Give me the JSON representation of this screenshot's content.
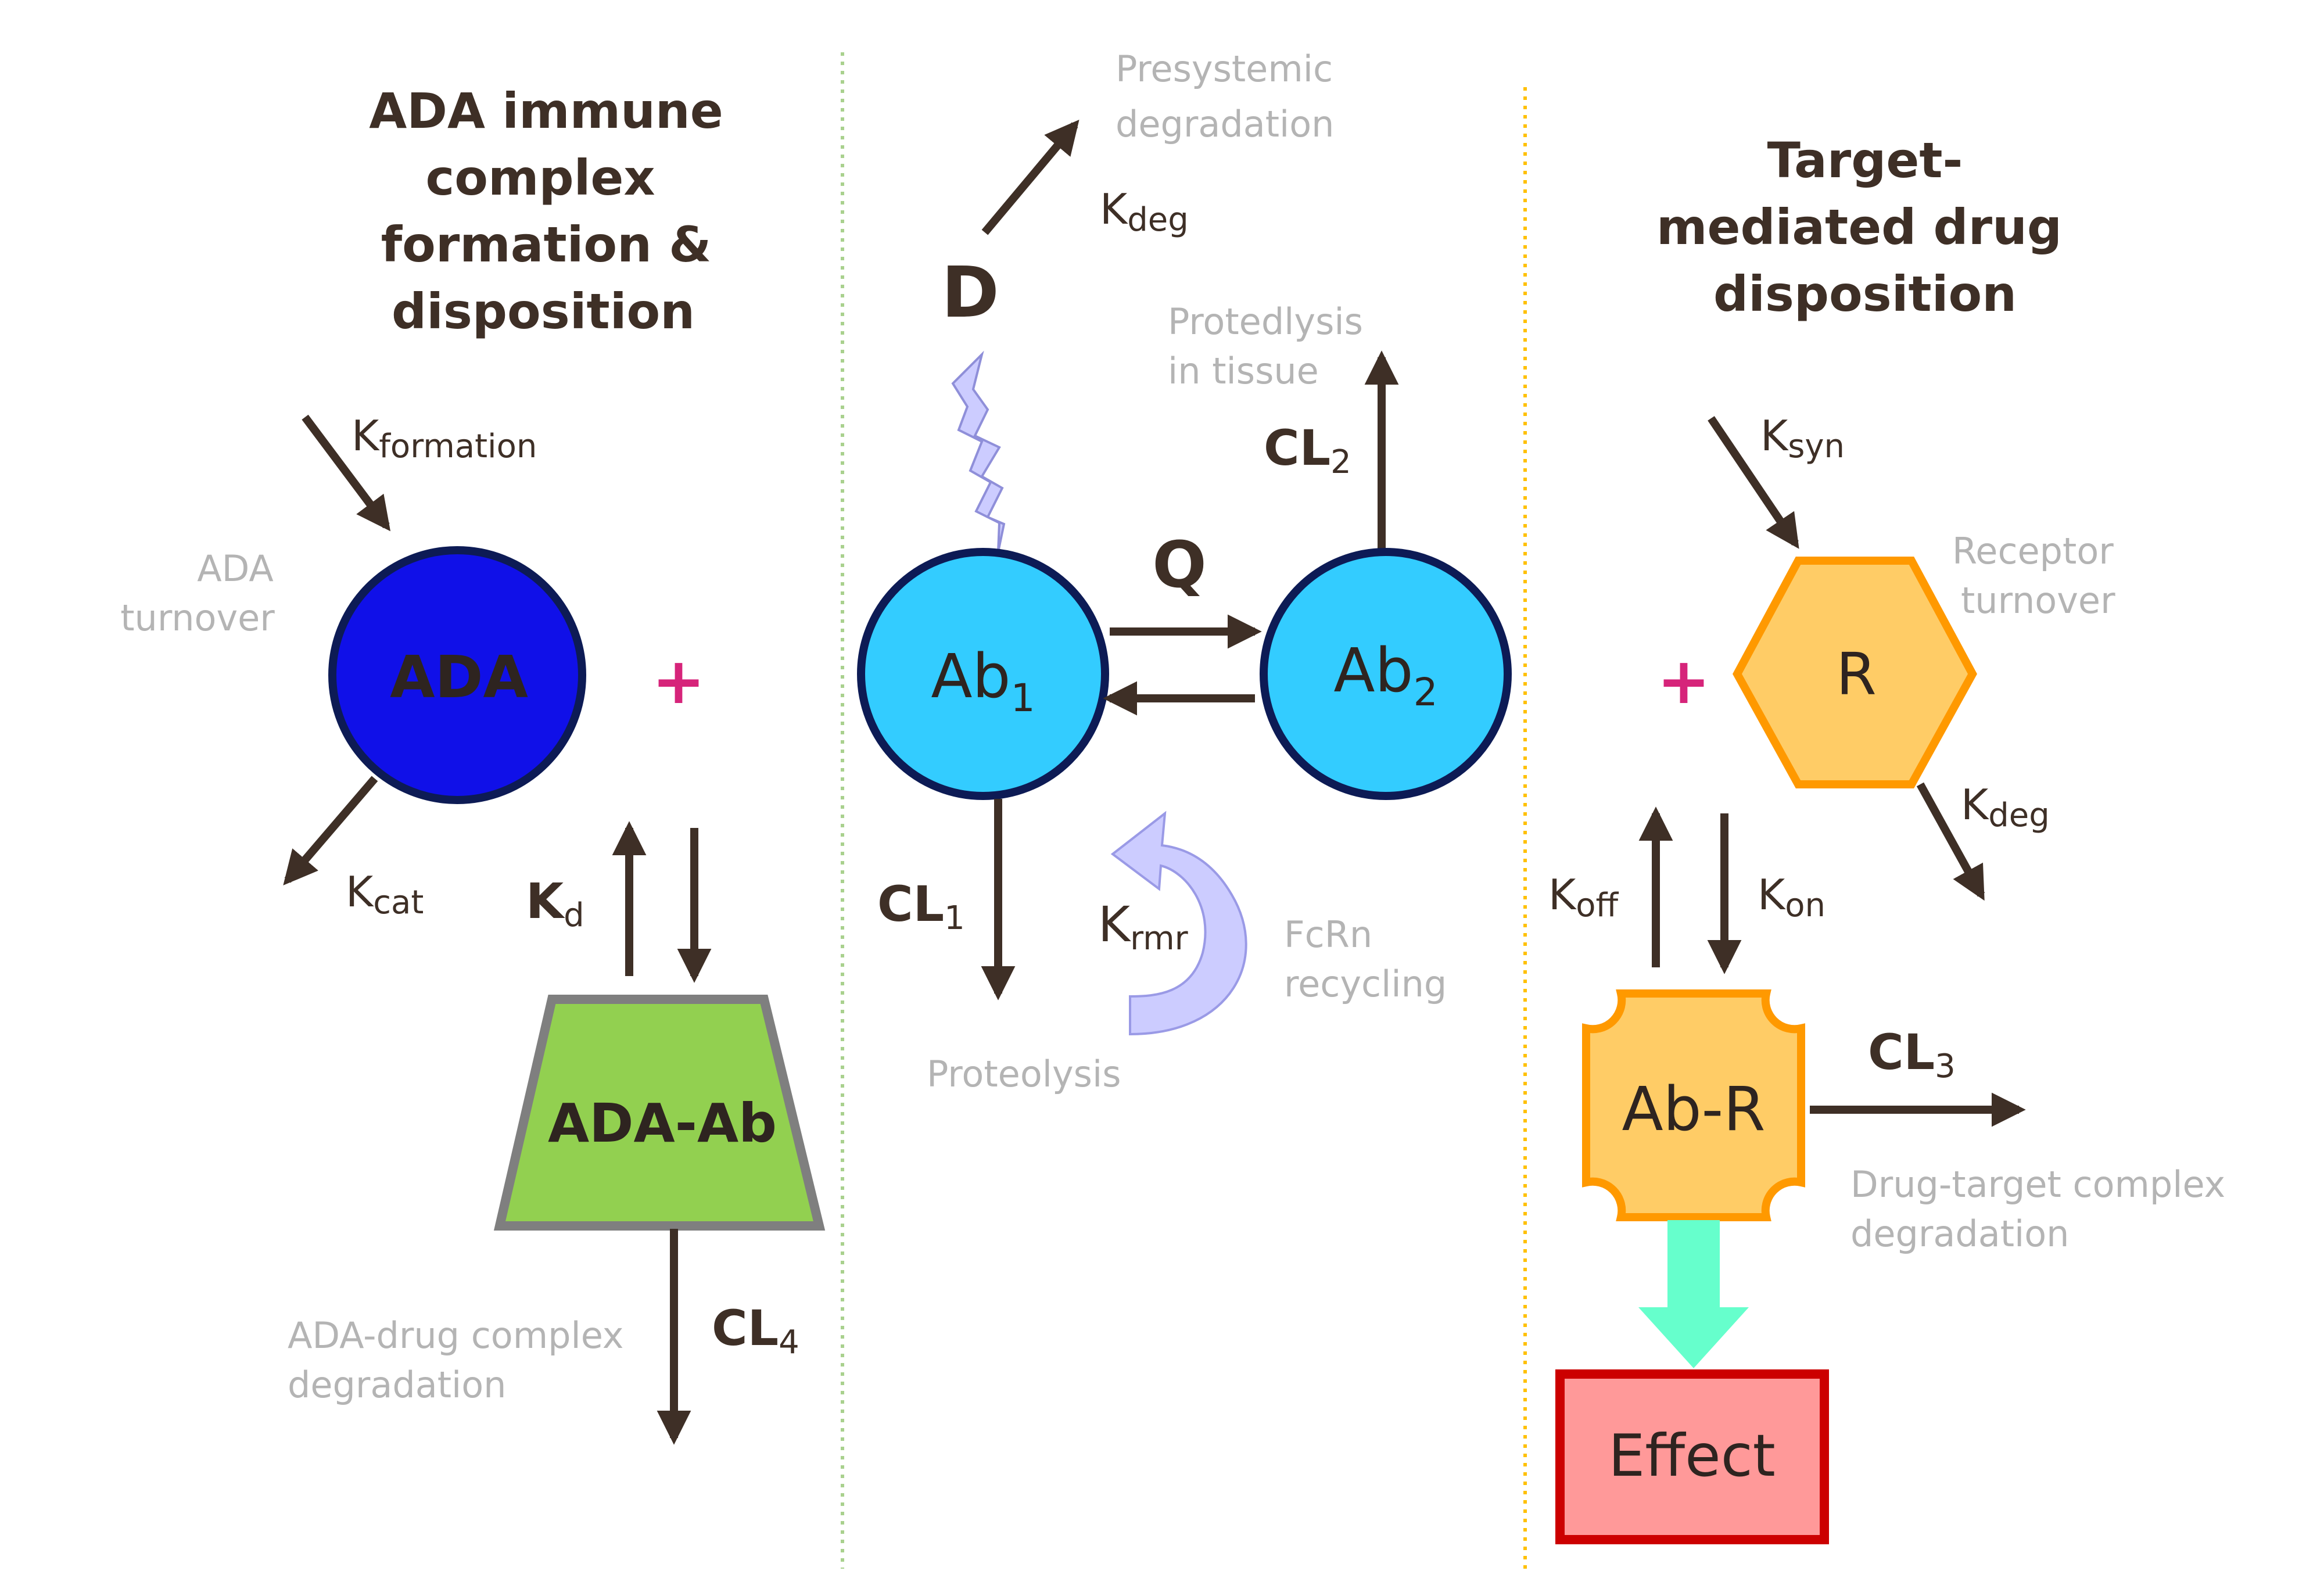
{
  "left_panel": {
    "title_lines": [
      "ADA immune",
      "complex",
      "formation &",
      "disposition"
    ],
    "k_formation": {
      "main": "K",
      "sub": "formation"
    },
    "ada_turnover": [
      "ADA",
      "turnover"
    ],
    "ada_node": "ADA",
    "plus": "+",
    "k_cat": {
      "main": "K",
      "sub": "cat"
    },
    "k_d": {
      "main": "K",
      "sub": "d"
    },
    "complex_node": "ADA-Ab",
    "cl4": {
      "main": "CL",
      "sub": "4"
    },
    "complex_degradation": [
      "ADA-drug complex",
      "degradation"
    ]
  },
  "middle_panel": {
    "presystemic": [
      "Presystemic",
      "degradation"
    ],
    "k_deg": {
      "main": "K",
      "sub": "deg"
    },
    "d_label": "D",
    "proteolysis_tissue": [
      "Protedlysis",
      "in tissue"
    ],
    "cl2": {
      "main": "CL",
      "sub": "2"
    },
    "q_label": "Q",
    "ab1": {
      "main": "Ab",
      "sub": "1"
    },
    "ab2": {
      "main": "Ab",
      "sub": "2"
    },
    "cl1": {
      "main": "CL",
      "sub": "1"
    },
    "k_rmr": {
      "main": "K",
      "sub": "rmr"
    },
    "fcrn": [
      "FcRn",
      "recycling"
    ],
    "proteolysis": "Proteolysis"
  },
  "right_panel": {
    "title_lines": [
      "Target-",
      "mediated drug",
      "disposition"
    ],
    "k_syn": {
      "main": "K",
      "sub": "syn"
    },
    "receptor_turnover": [
      "Receptor",
      "turnover"
    ],
    "plus": "+",
    "r_node": "R",
    "k_deg": {
      "main": "K",
      "sub": "deg"
    },
    "k_off": {
      "main": "K",
      "sub": "off"
    },
    "k_on": {
      "main": "K",
      "sub": "on"
    },
    "abr_node": "Ab-R",
    "cl3": {
      "main": "CL",
      "sub": "3"
    },
    "drug_target_degradation": [
      "Drug-target complex",
      "degradation"
    ],
    "effect_node": "Effect"
  },
  "colors": {
    "ada_fill": "#1010e8",
    "ab_fill": "#33ccff",
    "complex_fill": "#92d050",
    "receptor_fill": "#ffcc66",
    "receptor_stroke": "#ff9900",
    "effect_fill": "#ff9999",
    "effect_stroke": "#cc0000",
    "effect_arrow": "#66ffcc",
    "fcrn_arrow": "#ccccff",
    "divider_left": "#a9d18e",
    "divider_right": "#ffc000"
  }
}
